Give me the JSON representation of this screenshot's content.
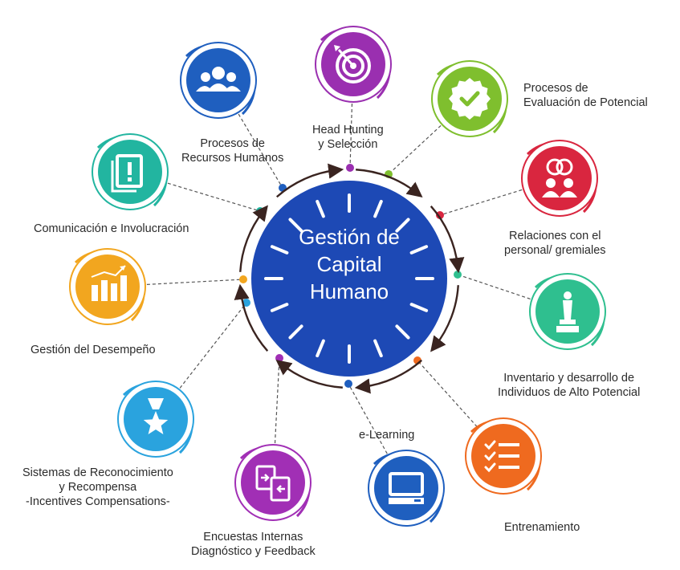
{
  "center": {
    "title_lines": [
      "Gestión de",
      "Capital",
      "Humano"
    ],
    "color": "#1d49b5"
  },
  "nodes": [
    {
      "id": "recursos-humanos",
      "lines": [
        "Procesos de",
        "Recursos Humanos"
      ],
      "icon": "people-group-icon",
      "color": "#1f5fbf"
    },
    {
      "id": "head-hunting",
      "lines": [
        "Head Hunting",
        "y Selección"
      ],
      "icon": "target-icon",
      "color": "#9a2fb0"
    },
    {
      "id": "evaluacion-potencial",
      "lines": [
        "Procesos de",
        "Evaluación de Potencial"
      ],
      "icon": "badge-check-icon",
      "color": "#7fbf2e"
    },
    {
      "id": "relaciones-personal",
      "lines": [
        "Relaciones con el",
        "personal/ gremiales"
      ],
      "icon": "people-chat-icon",
      "color": "#d9263f"
    },
    {
      "id": "alto-potencial",
      "lines": [
        "Inventario y desarrollo de",
        "Individuos de Alto Potencial"
      ],
      "icon": "trophy-icon",
      "color": "#2fbf8f"
    },
    {
      "id": "entrenamiento",
      "lines": [
        "Entrenamiento"
      ],
      "icon": "checklist-icon",
      "color": "#ef6a1f"
    },
    {
      "id": "e-learning",
      "lines": [
        "e-Learning"
      ],
      "icon": "computer-icon",
      "color": "#1f5fbf"
    },
    {
      "id": "encuestas",
      "lines": [
        "Encuestas Internas",
        "Diagnóstico y Feedback"
      ],
      "icon": "documents-exchange-icon",
      "color": "#a12fb5"
    },
    {
      "id": "reconocimiento",
      "lines": [
        "Sistemas de Reconocimiento",
        "y Recompensa",
        "-Incentives Compensations-"
      ],
      "icon": "medal-star-icon",
      "color": "#2aa3de"
    },
    {
      "id": "desempeno",
      "lines": [
        "Gestión del Desempeño"
      ],
      "icon": "bar-chart-icon",
      "color": "#f2a61f"
    },
    {
      "id": "comunicacion",
      "lines": [
        "Comunicación e Involucración"
      ],
      "icon": "alert-document-icon",
      "color": "#22b5a0"
    }
  ]
}
